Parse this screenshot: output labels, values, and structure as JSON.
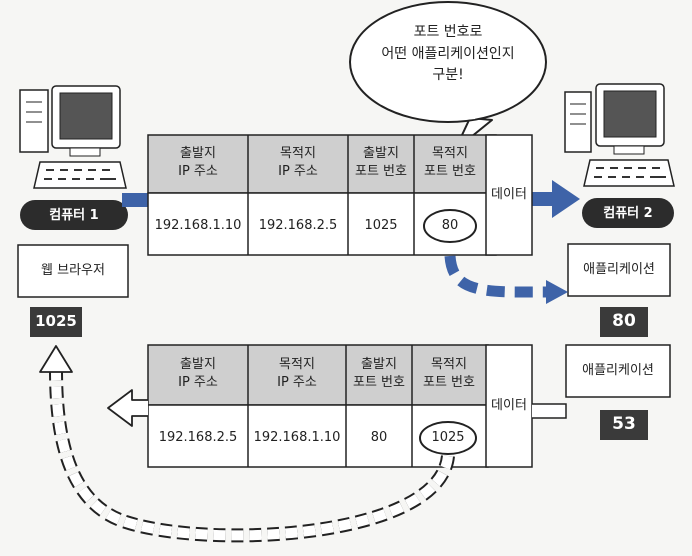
{
  "speech_bubble": {
    "lines": [
      "포트 번호로",
      "어떤 애플리케이션인지",
      "구분!"
    ]
  },
  "computer1": {
    "label": "컴퓨터 1",
    "app_label": "웹 브라우저",
    "port": "1025"
  },
  "computer2": {
    "label": "컴퓨터 2",
    "app_label_1": "애플리케이션",
    "port_1": "80",
    "app_label_2": "애플리케이션",
    "port_2": "53"
  },
  "packet_top": {
    "headers": [
      [
        "출발지",
        "IP 주소"
      ],
      [
        "목적지",
        "IP 주소"
      ],
      [
        "출발지",
        "포트 번호"
      ],
      [
        "목적지",
        "포트 번호"
      ]
    ],
    "values": [
      "192.168.1.10",
      "192.168.2.5",
      "1025",
      "80"
    ],
    "data_label": "데이터"
  },
  "packet_bottom": {
    "headers": [
      [
        "출발지",
        "IP 주소"
      ],
      [
        "목적지",
        "IP 주소"
      ],
      [
        "출발지",
        "포트 번호"
      ],
      [
        "목적지",
        "포트 번호"
      ]
    ],
    "values": [
      "192.168.2.5",
      "192.168.1.10",
      "80",
      "1025"
    ],
    "data_label": "데이터"
  },
  "colors": {
    "header_fill": "#cfcfcf",
    "arrow_blue": "#3e63a8",
    "badge_dark": "#3a3a3a",
    "pill_dark": "#2c2c2c"
  },
  "icons": [
    "computer-icon",
    "arrow-right-icon",
    "arrow-left-icon",
    "dashed-arrow-icon"
  ]
}
